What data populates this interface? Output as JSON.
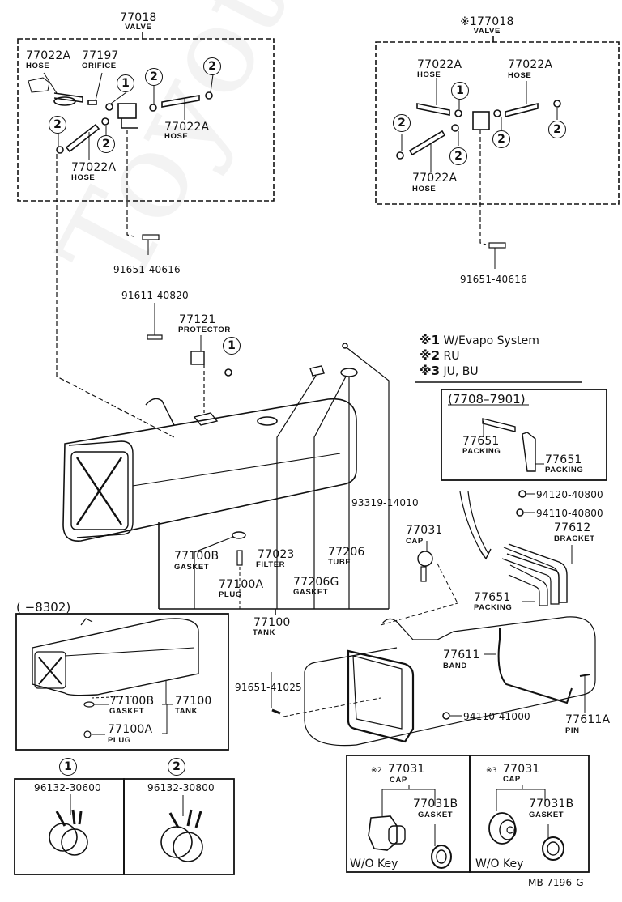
{
  "diagram": {
    "code": "MB 7196-G",
    "watermark": "ToyotaCarMine.ru"
  },
  "valve_left": {
    "part": "77018",
    "name": "VALVE",
    "hose_a": {
      "part": "77022A",
      "name": "HOSE"
    },
    "orifice": {
      "part": "77197",
      "name": "ORIFICE"
    },
    "hose_b": {
      "part": "77022A",
      "name": "HOSE"
    },
    "hose_c": {
      "part": "77022A",
      "name": "HOSE"
    }
  },
  "valve_right": {
    "part": "※177018",
    "name": "VALVE",
    "hose_a": {
      "part": "77022A",
      "name": "HOSE"
    },
    "hose_b": {
      "part": "77022A",
      "name": "HOSE"
    },
    "hose_c": {
      "part": "77022A",
      "name": "HOSE"
    }
  },
  "refs": {
    "one": "1",
    "two": "2"
  },
  "bolts": {
    "left": "91651-40616",
    "right": "91651-40616",
    "protector_bolt": "91611-40820",
    "band_bolt": "91651-41025",
    "screw": "93319-14010"
  },
  "protector": {
    "part": "77121",
    "name": "PROTECTOR"
  },
  "notes": [
    {
      "mark": "※1",
      "text": "W/Evapo System"
    },
    {
      "mark": "※2",
      "text": "RU"
    },
    {
      "mark": "※3",
      "text": "JU, BU"
    }
  ],
  "tank_parts": {
    "gasket_b": {
      "part": "77100B",
      "name": "GASKET"
    },
    "plug_a": {
      "part": "77100A",
      "name": "PLUG"
    },
    "filter": {
      "part": "77023",
      "name": "FILTER"
    },
    "tube": {
      "part": "77206",
      "name": "TUBE"
    },
    "tube_gasket": {
      "part": "77206G",
      "name": "GASKET"
    },
    "tank": {
      "part": "77100",
      "name": "TANK"
    }
  },
  "packing_box": {
    "date_range": "(7708–7901)",
    "packing_a": {
      "part": "77651",
      "name": "PACKING"
    },
    "packing_b": {
      "part": "77651",
      "name": "PACKING"
    }
  },
  "nuts": {
    "n1": "94120-40800",
    "n2": "94110-40800",
    "n3": "94110-41000"
  },
  "bracket": {
    "part": "77612",
    "name": "BRACKET"
  },
  "packing_c": {
    "part": "77651",
    "name": "PACKING"
  },
  "cap_main": {
    "part": "77031",
    "name": "CAP"
  },
  "band": {
    "part": "77611",
    "name": "BAND"
  },
  "pin": {
    "part": "77611A",
    "name": "PIN"
  },
  "old_tank_box": {
    "date_range": "(        −8302)",
    "gasket": {
      "part": "77100B",
      "name": "GASKET"
    },
    "tank": {
      "part": "77100",
      "name": "TANK"
    },
    "plug": {
      "part": "77100A",
      "name": "PLUG"
    }
  },
  "clamps": [
    {
      "ref": "1",
      "part": "96132-30600"
    },
    {
      "ref": "2",
      "part": "96132-30800"
    }
  ],
  "caps": [
    {
      "mark": "※2",
      "part": "77031",
      "name": "CAP",
      "gasket_part": "77031B",
      "gasket_name": "GASKET",
      "variant": "W/O Key"
    },
    {
      "mark": "※3",
      "part": "77031",
      "name": "CAP",
      "gasket_part": "77031B",
      "gasket_name": "GASKET",
      "variant": "W/O Key"
    }
  ]
}
